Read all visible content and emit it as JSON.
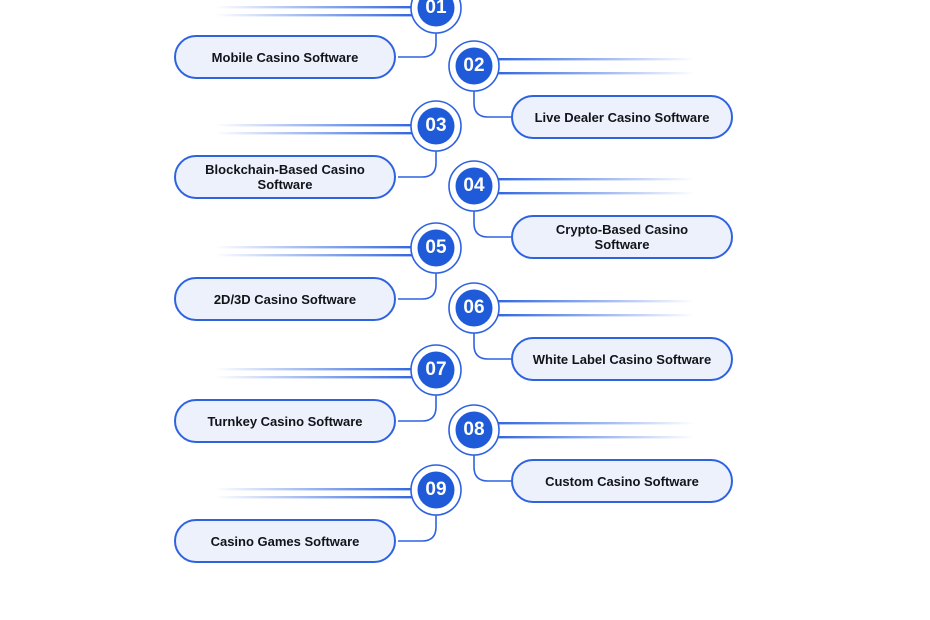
{
  "colors": {
    "accent": "#1f5ad9",
    "outline": "#2e63e0",
    "pill_fill": "#edf1fc",
    "text": "#111418"
  },
  "items": [
    {
      "number": "01",
      "label": "Mobile Casino Software"
    },
    {
      "number": "02",
      "label": "Live Dealer Casino Software"
    },
    {
      "number": "03",
      "label": "Blockchain-Based Casino Software"
    },
    {
      "number": "04",
      "label": "Crypto-Based Casino Software"
    },
    {
      "number": "05",
      "label": "2D/3D Casino Software"
    },
    {
      "number": "06",
      "label": "White Label Casino Software"
    },
    {
      "number": "07",
      "label": "Turnkey Casino Software"
    },
    {
      "number": "08",
      "label": "Custom Casino Software"
    },
    {
      "number": "09",
      "label": "Casino Games Software"
    }
  ]
}
